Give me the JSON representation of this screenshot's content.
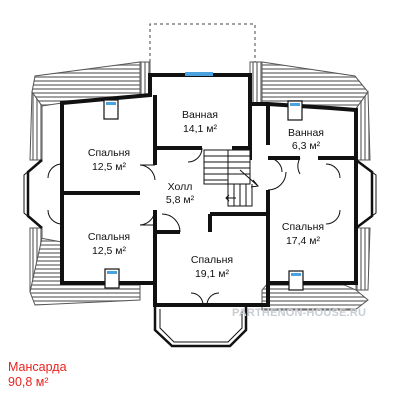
{
  "caption": {
    "title": "Мансарда",
    "area": "90,8 м²"
  },
  "watermark": "PARTHENON-HOUSE.RU",
  "rooms": [
    {
      "name": "Ванная",
      "area": "14,1 м²"
    },
    {
      "name": "Ванная",
      "area": "6,3 м²"
    },
    {
      "name": "Спальня",
      "area": "12,5 м²"
    },
    {
      "name": "Холл",
      "area": "5,8 м²"
    },
    {
      "name": "Спальня",
      "area": "12,5 м²"
    },
    {
      "name": "Спальня",
      "area": "17,4 м²"
    },
    {
      "name": "Спальня",
      "area": "19,1 м²"
    }
  ],
  "colors": {
    "wall": "#111111",
    "roof": "#9a9a9a",
    "window": "#4aa3df",
    "caption": "#e8231f",
    "watermark": "#c9cdd1"
  }
}
